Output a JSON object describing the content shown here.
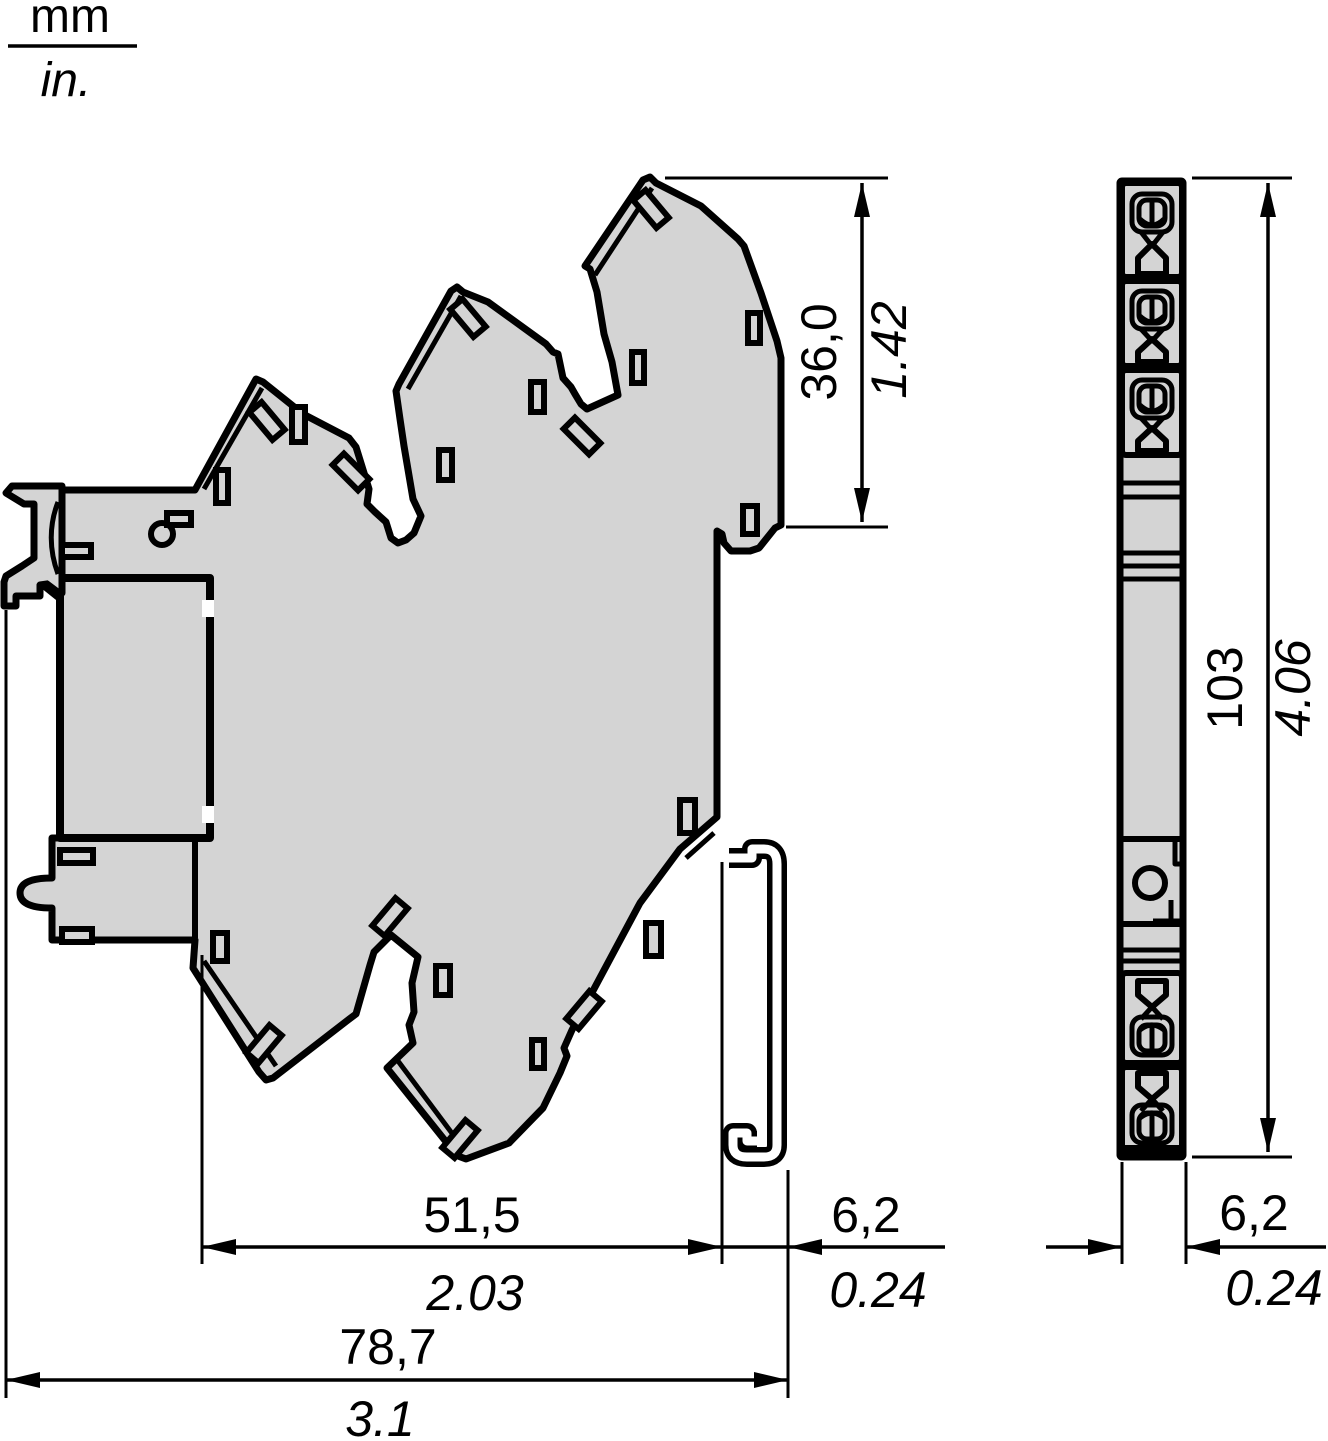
{
  "legend": {
    "unit_mm": "mm",
    "unit_in": "in."
  },
  "side_view": {
    "dim_height_mm": "36,0",
    "dim_height_in": "1.42",
    "dim_body_width_mm": "51,5",
    "dim_body_width_in": "2.03",
    "dim_rail_depth_mm": "6,2",
    "dim_rail_depth_in": "0.24",
    "dim_total_width_mm": "78,7",
    "dim_total_width_in": "3.1"
  },
  "front_view": {
    "dim_height_mm": "103",
    "dim_height_in": "4.06",
    "dim_width_mm": "6,2",
    "dim_width_in": "0.24"
  },
  "colors": {
    "body_fill": "#d4d4d4",
    "line": "#000000",
    "background": "#ffffff"
  }
}
